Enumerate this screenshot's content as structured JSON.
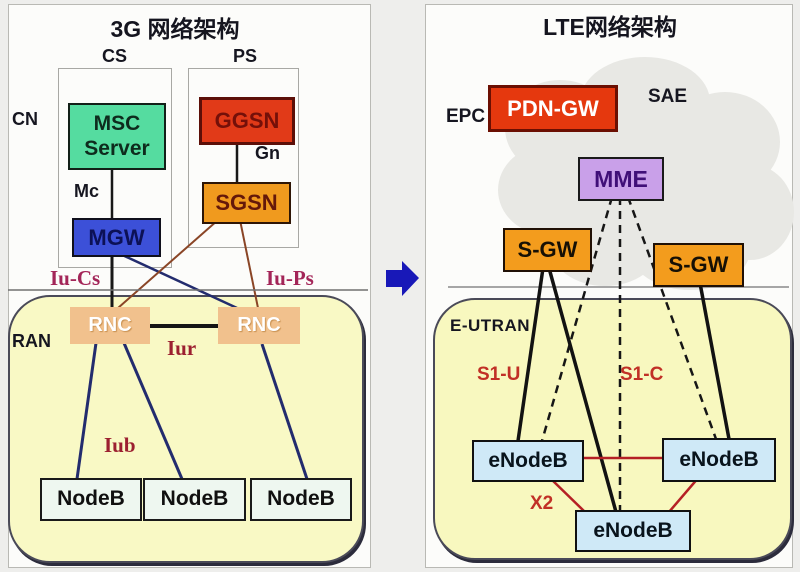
{
  "left": {
    "title": "3G 网络架构",
    "cs_label": "CS",
    "ps_label": "PS",
    "cn_label": "CN",
    "ran_label": "RAN",
    "msc_server": "MSC Server",
    "ggsn": "GGSN",
    "sgsn": "SGSN",
    "mgw": "MGW",
    "interfaces": {
      "mc": "Mc",
      "gn": "Gn",
      "iu_cs": "Iu-Cs",
      "iu_ps": "Iu-Ps",
      "iur": "Iur",
      "iub": "Iub"
    },
    "rnc": [
      "RNC",
      "RNC"
    ],
    "nodebs": [
      "NodeB",
      "NodeB",
      "NodeB"
    ]
  },
  "right": {
    "title": "LTE网络架构",
    "epc_label": "EPC",
    "sae_label": "SAE",
    "eutran_label": "E-UTRAN",
    "pdn_gw": "PDN-GW",
    "mme": "MME",
    "sgw": [
      "S-GW",
      "S-GW"
    ],
    "interfaces": {
      "s1u": "S1-U",
      "s1c": "S1-C",
      "x2": "X2"
    },
    "enodebs": [
      "eNodeB",
      "eNodeB",
      "eNodeB"
    ]
  },
  "colors": {
    "msc_fill": "#55dca0",
    "ggsn_fill": "#e13a18",
    "sgsn_fill": "#f09a1e",
    "mgw_fill": "#3c50d8",
    "rnc_fill": "#f1c18d",
    "nodeb_fill": "#eef7f0",
    "pdn_gw_fill": "#e5380e",
    "mme_fill": "#c9a0e9",
    "sgw_fill": "#f39c1d",
    "enodeb_fill": "#cfe9f7",
    "ran_area_fill": "#f9f9c5",
    "cloud_fill": "#e8e8e4",
    "iu_label_color": "#a32558",
    "iur_iub_color": "#9c2030",
    "s1_x2_color": "#c13026",
    "arrow_color": "#1818b8",
    "navy_line": "#232c6e",
    "brown_line": "#8a4526",
    "red_line": "#b52025"
  }
}
